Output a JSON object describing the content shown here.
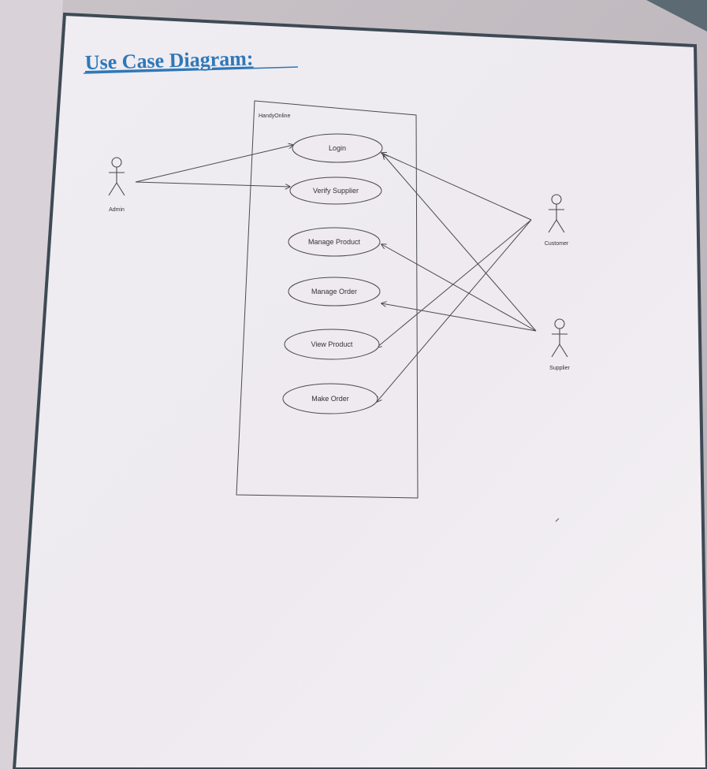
{
  "title": "Use Case Diagram:",
  "system": {
    "name": "HandyOnline"
  },
  "use_cases": [
    {
      "id": "login",
      "label": "Login"
    },
    {
      "id": "verify_supplier",
      "label": "Verify Supplier"
    },
    {
      "id": "manage_product",
      "label": "Manage Product"
    },
    {
      "id": "manage_order",
      "label": "Manage Order"
    },
    {
      "id": "view_product",
      "label": "View Product"
    },
    {
      "id": "make_order",
      "label": "Make Order"
    }
  ],
  "actors": [
    {
      "id": "admin",
      "label": "Admin"
    },
    {
      "id": "customer",
      "label": "Customer"
    },
    {
      "id": "supplier",
      "label": "Supplier"
    }
  ],
  "associations": [
    {
      "from": "admin",
      "to": "login"
    },
    {
      "from": "admin",
      "to": "verify_supplier"
    },
    {
      "from": "customer",
      "to": "login"
    },
    {
      "from": "customer",
      "to": "view_product"
    },
    {
      "from": "customer",
      "to": "make_order"
    },
    {
      "from": "supplier",
      "to": "login"
    },
    {
      "from": "supplier",
      "to": "manage_product"
    },
    {
      "from": "supplier",
      "to": "manage_order"
    }
  ],
  "colors": {
    "title": "#2f78b8",
    "paper": "#eeeaf0",
    "ink": "#4a4a4e"
  }
}
